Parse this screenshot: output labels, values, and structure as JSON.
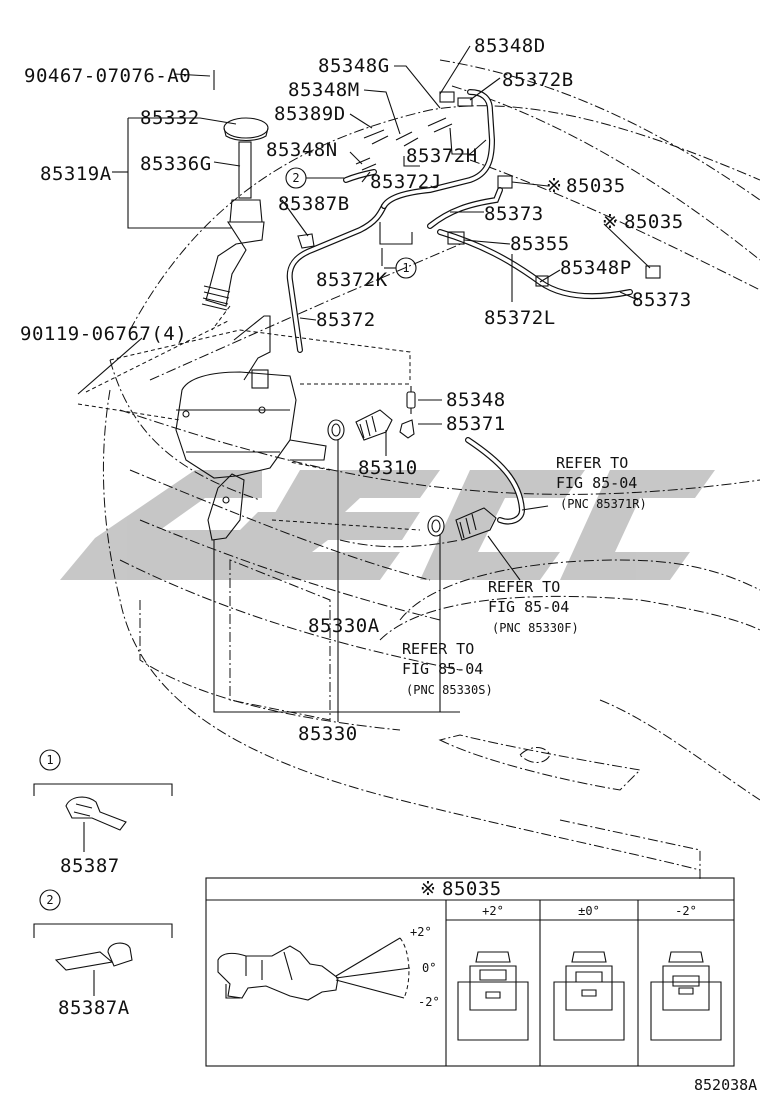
{
  "colors": {
    "line": "#111111",
    "watermark": "#bdbdbd",
    "background": "#ffffff"
  },
  "parts": {
    "p90467": "90467-07076-A0",
    "p85332": "85332",
    "p85319a": "85319A",
    "p85336g": "85336G",
    "p85389d": "85389D",
    "p85348g": "85348G",
    "p85348m": "85348M",
    "p85348n": "85348N",
    "p85348d": "85348D",
    "p85372b": "85372B",
    "p85372h": "85372H",
    "p85372j": "85372J",
    "p85387b": "85387B",
    "p85035a": "85035",
    "p85035b": "85035",
    "p85373a": "85373",
    "p85355": "85355",
    "p85372k": "85372K",
    "p85348p": "85348P",
    "p85373b": "85373",
    "p85372l": "85372L",
    "p85372": "85372",
    "p90119": "90119-06767(4)",
    "p85348": "85348",
    "p85371": "85371",
    "p85310": "85310",
    "p85330a": "85330A",
    "p85330": "85330",
    "p85387": "85387",
    "p85387a": "85387A"
  },
  "marks": {
    "note": "※"
  },
  "circles": {
    "one": "1",
    "two": "2"
  },
  "refs": {
    "r1": {
      "line1": "REFER TO",
      "line2": "FIG 85-04",
      "line3": "(PNC 85371R)"
    },
    "r2": {
      "line1": "REFER TO",
      "line2": "FIG 85-04",
      "line3": "(PNC 85330F)"
    },
    "r3": {
      "line1": "REFER TO",
      "line2": "FIG 85-04",
      "line3": "(PNC 85330S)"
    }
  },
  "adjust_table": {
    "title": "85035",
    "col1": "+2°",
    "col2": "±0°",
    "col3": "-2°",
    "angle_plus": "+2°",
    "angle_zero": "0°",
    "angle_minus": "-2°"
  },
  "footer": {
    "code": "852038A"
  }
}
